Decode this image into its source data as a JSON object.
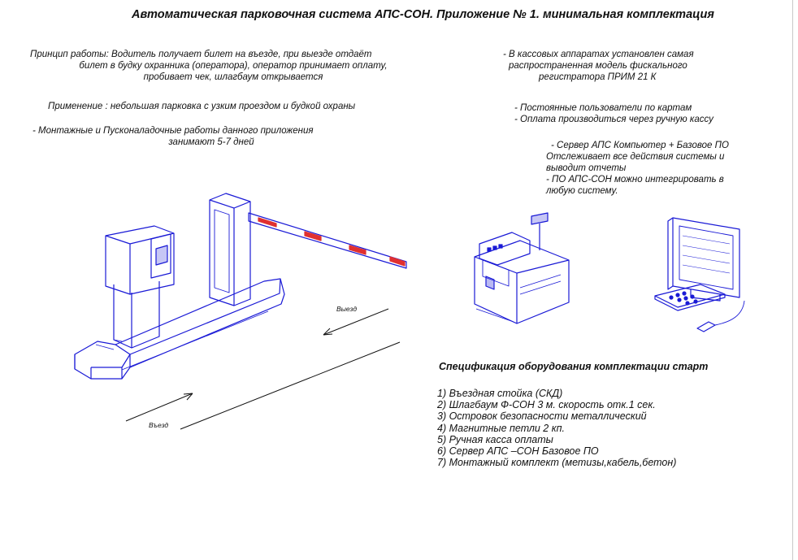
{
  "title": "Автоматическая парковочная система АПС-СОН.  Приложение № 1.  минимальная комплектация",
  "left_text": {
    "principle": [
      "Принцип работы: Водитель получает билет на въезде, при выезде отдаёт",
      "билет в будку охранника (оператора), оператор принимает оплату,",
      "пробивает чек, шлагбаум открывается"
    ],
    "application": "Применение : небольшая парковка с узким проездом и будкой охраны",
    "installation": [
      "- Монтажные и Пусконаладочные работы данного приложения",
      "занимают 5-7 дней"
    ]
  },
  "right_text": {
    "cash": [
      "- В кассовых аппаратах установлен самая",
      "распространенная модель фискального",
      "регистратора ПРИМ 21 К"
    ],
    "cards": [
      "- Постоянные пользователи по картам",
      "- Оплата производиться  через ручную кассу"
    ],
    "server": [
      "- Сервер АПС Компьютер + Базовое ПО",
      "Отслеживает все действия системы и",
      "выводит отчеты",
      "- ПО АПС-СОН можно интегрировать в",
      "любую систему."
    ]
  },
  "labels": {
    "exit": "Выезд",
    "entry": "Въезд"
  },
  "spec": {
    "title": "Спецификация оборудования комплектации старт",
    "items": [
      "1) Въездная стойка (СКД)",
      "2) Шлагбаум Ф-СОН 3 м. скорость отк.1 сек.",
      "3) Островок безопасности металлический",
      "4) Магнитные петли  2 кп.",
      "5) Ручная касса оплаты",
      "6) Сервер АПС –СОН  Базовое ПО",
      "7) Монтажный комплект (метизы,кабель,бетон)"
    ]
  },
  "colors": {
    "drawing": "#1a1ad6",
    "stripe": "#e03030",
    "text": "#111111"
  }
}
